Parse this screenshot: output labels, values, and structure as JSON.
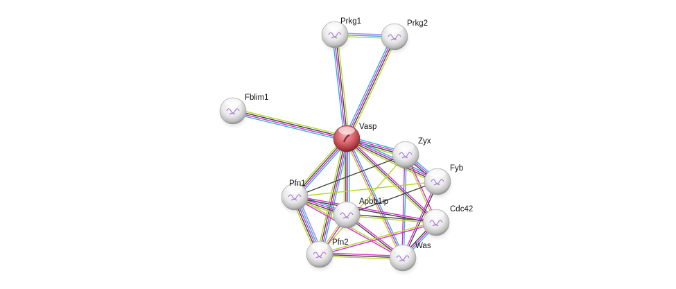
{
  "network": {
    "edge_colors": {
      "cyan": "#2bb3d9",
      "magenta": "#d62ad6",
      "black": "#444444",
      "yellowgreen": "#b7d52a",
      "lavender": "#9d8cf0"
    },
    "query_node_color": "#c65a60",
    "node_color": "#e6e6e6",
    "nodes": [
      {
        "id": "Prkg1",
        "label": "Prkg1",
        "query": false
      },
      {
        "id": "Prkg2",
        "label": "Prkg2",
        "query": false
      },
      {
        "id": "Fblim1",
        "label": "Fblim1",
        "query": false
      },
      {
        "id": "Vasp",
        "label": "Vasp",
        "query": true
      },
      {
        "id": "Zyx",
        "label": "Zyx",
        "query": false
      },
      {
        "id": "Fyb",
        "label": "Fyb",
        "query": false
      },
      {
        "id": "Pfn1",
        "label": "Pfn1",
        "query": false
      },
      {
        "id": "Apbb1ip",
        "label": "Apbb1ip",
        "query": false
      },
      {
        "id": "Cdc42",
        "label": "Cdc42",
        "query": false
      },
      {
        "id": "Pfn2",
        "label": "Pfn2",
        "query": false
      },
      {
        "id": "Was",
        "label": "Was",
        "query": false
      }
    ],
    "edges": [
      {
        "a": "Prkg1",
        "b": "Prkg2",
        "colors": [
          "lavender",
          "cyan",
          "yellowgreen"
        ]
      },
      {
        "a": "Vasp",
        "b": "Prkg1",
        "colors": [
          "cyan",
          "magenta",
          "black",
          "yellowgreen"
        ]
      },
      {
        "a": "Vasp",
        "b": "Prkg2",
        "colors": [
          "cyan",
          "magenta",
          "black",
          "yellowgreen"
        ]
      },
      {
        "a": "Vasp",
        "b": "Fblim1",
        "colors": [
          "cyan",
          "magenta",
          "black",
          "yellowgreen"
        ]
      },
      {
        "a": "Vasp",
        "b": "Zyx",
        "colors": [
          "cyan",
          "magenta",
          "black",
          "yellowgreen"
        ]
      },
      {
        "a": "Vasp",
        "b": "Fyb",
        "colors": [
          "cyan",
          "magenta",
          "black",
          "yellowgreen"
        ]
      },
      {
        "a": "Vasp",
        "b": "Pfn1",
        "colors": [
          "cyan",
          "magenta",
          "black",
          "yellowgreen"
        ]
      },
      {
        "a": "Vasp",
        "b": "Apbb1ip",
        "colors": [
          "cyan",
          "magenta",
          "black",
          "yellowgreen"
        ]
      },
      {
        "a": "Vasp",
        "b": "Cdc42",
        "colors": [
          "magenta",
          "black",
          "yellowgreen"
        ]
      },
      {
        "a": "Vasp",
        "b": "Pfn2",
        "colors": [
          "cyan",
          "magenta",
          "black",
          "yellowgreen"
        ]
      },
      {
        "a": "Vasp",
        "b": "Was",
        "colors": [
          "cyan",
          "magenta",
          "yellowgreen"
        ]
      },
      {
        "a": "Zyx",
        "b": "Fyb",
        "colors": [
          "cyan",
          "magenta",
          "black"
        ]
      },
      {
        "a": "Zyx",
        "b": "Pfn1",
        "colors": [
          "black"
        ]
      },
      {
        "a": "Zyx",
        "b": "Pfn2",
        "colors": [
          "yellowgreen"
        ]
      },
      {
        "a": "Zyx",
        "b": "Cdc42",
        "colors": [
          "magenta",
          "yellowgreen"
        ]
      },
      {
        "a": "Zyx",
        "b": "Was",
        "colors": [
          "cyan",
          "magenta"
        ]
      },
      {
        "a": "Fyb",
        "b": "Apbb1ip",
        "colors": [
          "black"
        ]
      },
      {
        "a": "Fyb",
        "b": "Was",
        "colors": [
          "black",
          "magenta"
        ]
      },
      {
        "a": "Fyb",
        "b": "Pfn1",
        "colors": [
          "yellowgreen"
        ]
      },
      {
        "a": "Pfn1",
        "b": "Apbb1ip",
        "colors": [
          "cyan",
          "magenta",
          "black",
          "yellowgreen"
        ]
      },
      {
        "a": "Pfn1",
        "b": "Pfn2",
        "colors": [
          "lavender",
          "cyan",
          "magenta",
          "black",
          "yellowgreen"
        ]
      },
      {
        "a": "Pfn1",
        "b": "Cdc42",
        "colors": [
          "magenta",
          "black"
        ]
      },
      {
        "a": "Pfn1",
        "b": "Was",
        "colors": [
          "yellowgreen",
          "magenta"
        ]
      },
      {
        "a": "Apbb1ip",
        "b": "Pfn2",
        "colors": [
          "magenta",
          "yellowgreen"
        ]
      },
      {
        "a": "Apbb1ip",
        "b": "Was",
        "colors": [
          "magenta",
          "black"
        ]
      },
      {
        "a": "Apbb1ip",
        "b": "Cdc42",
        "colors": [
          "black",
          "yellowgreen"
        ]
      },
      {
        "a": "Pfn2",
        "b": "Was",
        "colors": [
          "magenta",
          "black",
          "yellowgreen"
        ]
      },
      {
        "a": "Pfn2",
        "b": "Cdc42",
        "colors": [
          "yellowgreen",
          "magenta"
        ]
      },
      {
        "a": "Cdc42",
        "b": "Was",
        "colors": [
          "cyan",
          "magenta",
          "black"
        ]
      }
    ]
  }
}
